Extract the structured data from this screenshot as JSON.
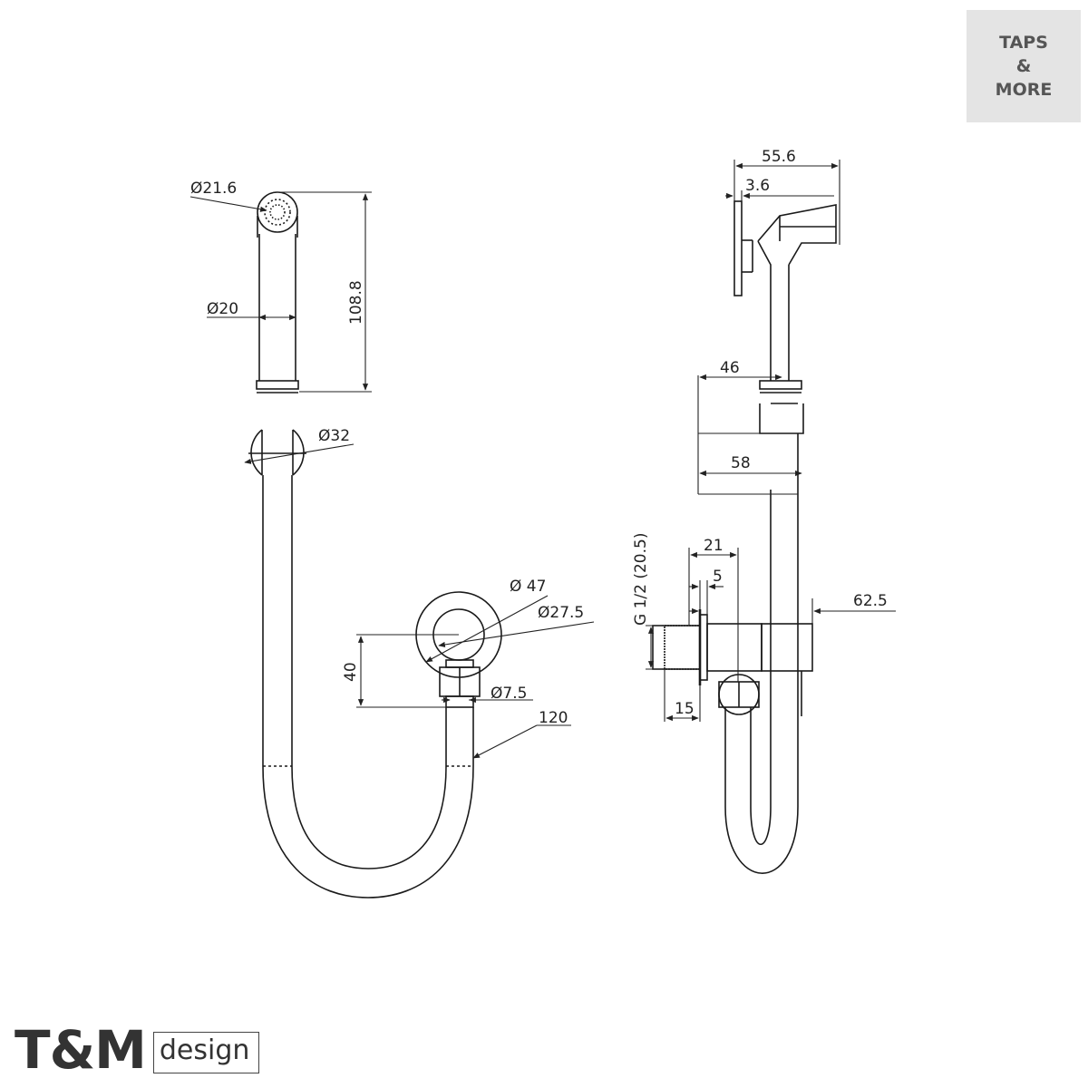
{
  "badge": {
    "line1": "TAPS",
    "line2": "&",
    "line3": "MORE"
  },
  "brand": {
    "main": "T&M",
    "sub": "design"
  },
  "dimensions": {
    "head_diameter": "Ø21.6",
    "handle_length": "108.8",
    "handle_diameter": "Ø20",
    "holder_diameter": "Ø32",
    "valve_outer_diameter": "Ø 47",
    "valve_inner_diameter": "Ø27.5",
    "valve_height": "40",
    "outlet_diameter": "Ø7.5",
    "hose_length": "120",
    "side_total_width": "55.6",
    "side_plate_thickness": "3.6",
    "holder_depth_top": "46",
    "holder_depth_bottom": "58",
    "thread_spec": "G 1/2 (20.5)",
    "valve_depth_21": "21",
    "valve_flange_5": "5",
    "valve_projection": "62.5",
    "thread_length": "15"
  }
}
